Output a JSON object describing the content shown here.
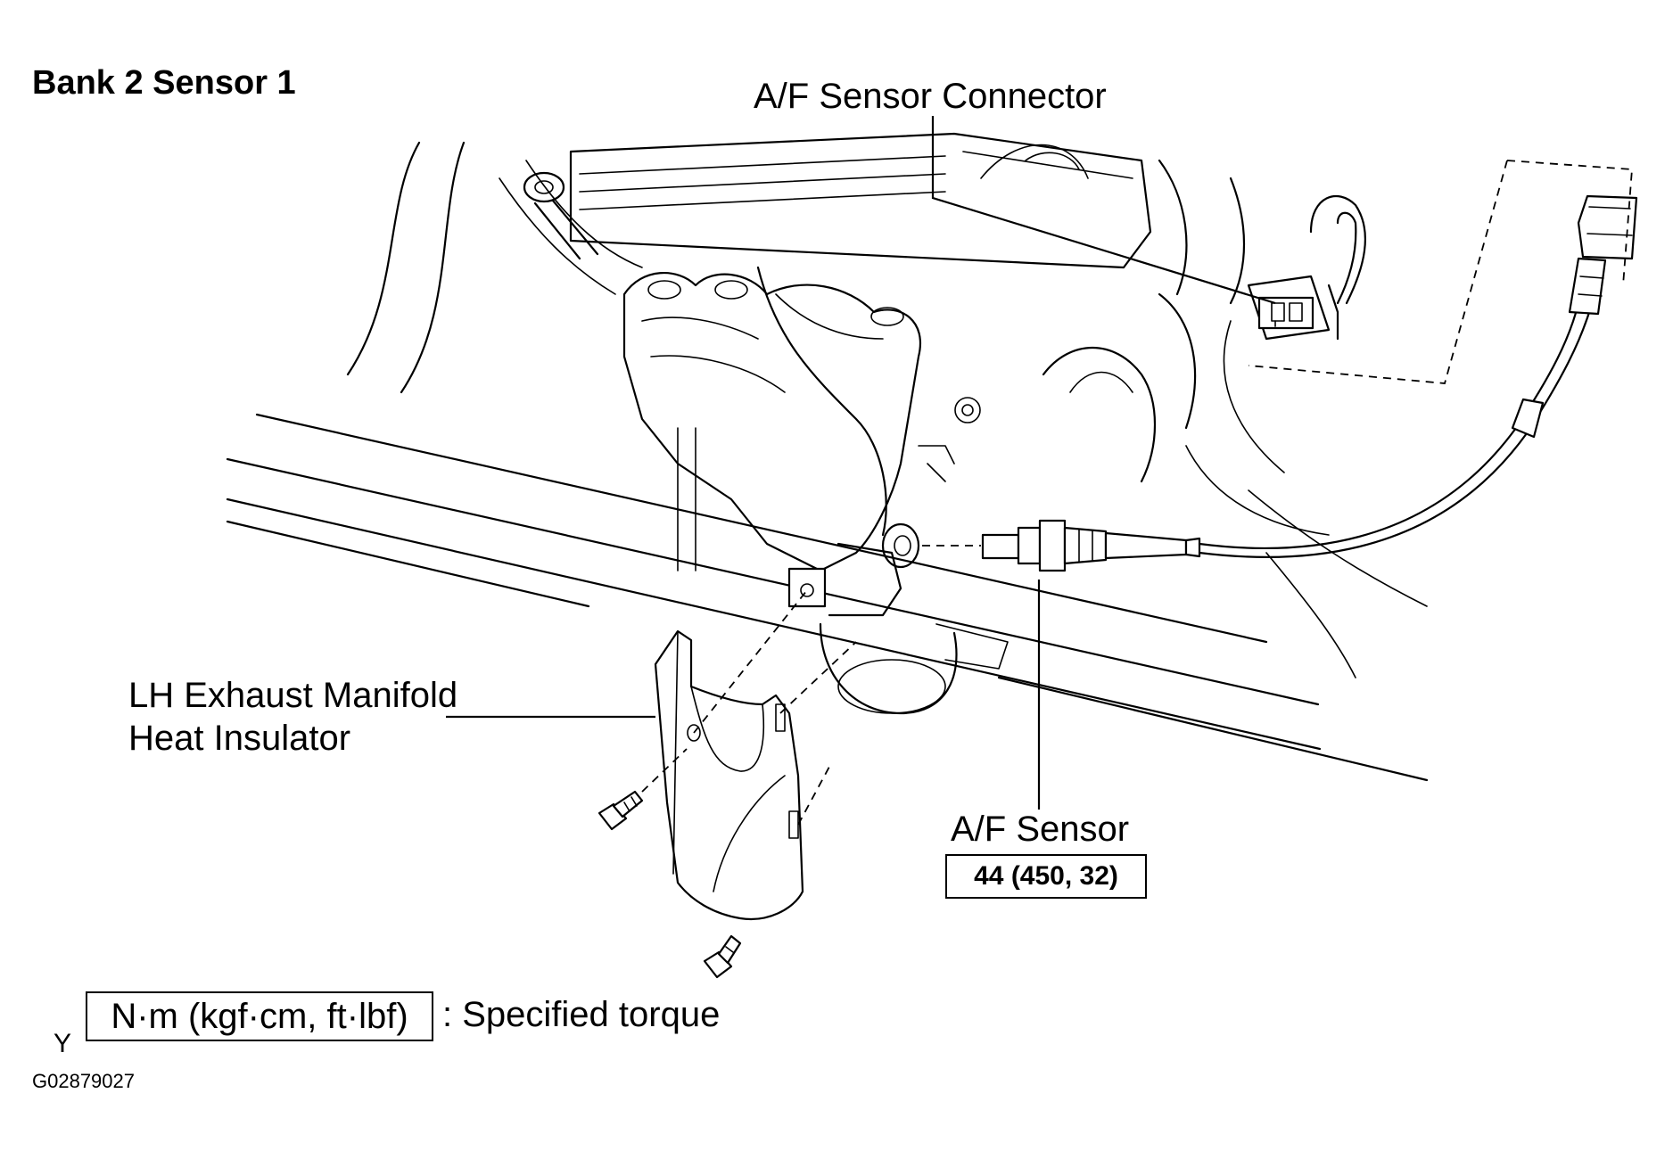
{
  "header": {
    "title": "Bank 2 Sensor 1"
  },
  "callouts": {
    "connector": "A/F Sensor Connector",
    "insulator_line1": "LH Exhaust Manifold",
    "insulator_line2": "Heat Insulator",
    "sensor": "A/F Sensor",
    "sensor_torque": "44 (450, 32)"
  },
  "legend": {
    "units": "N·m (kgf·cm, ft·lbf)",
    "description": ": Specified torque",
    "marker": "Y"
  },
  "footer": {
    "figure_code": "G02879027"
  }
}
